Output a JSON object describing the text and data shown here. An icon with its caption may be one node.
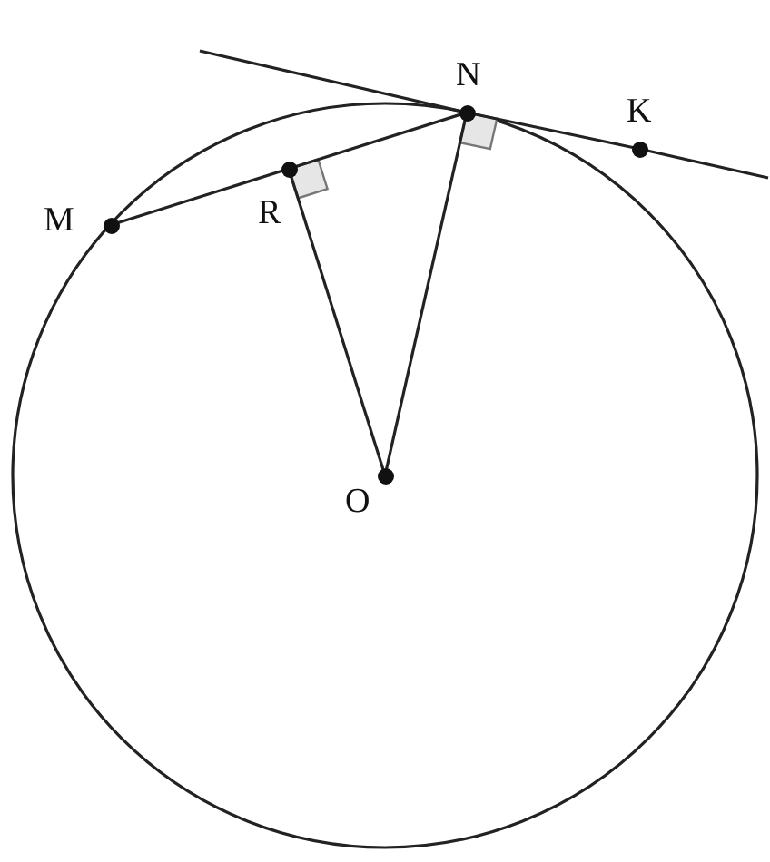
{
  "diagram": {
    "nodes": [
      {
        "text": [
          "N"
        ]
      },
      {
        "text": [
          "K"
        ]
      },
      {
        "text": [
          "M"
        ]
      },
      {
        "text": [
          "R"
        ]
      },
      {
        "text": [
          "O"
        ]
      }
    ],
    "edges": [
      {
        "from": 2,
        "to": 3,
        "arrow": "none"
      },
      {
        "from": 3,
        "to": 0,
        "arrow": "none"
      },
      {
        "from": 3,
        "to": 4,
        "arrow": "none"
      },
      {
        "from": 0,
        "to": 4,
        "arrow": "none"
      },
      {
        "from": null,
        "to": 0,
        "arrow": "none"
      },
      {
        "from": 0,
        "to": 1,
        "arrow": "none"
      },
      {
        "from": 1,
        "to": null,
        "arrow": "none"
      }
    ]
  }
}
